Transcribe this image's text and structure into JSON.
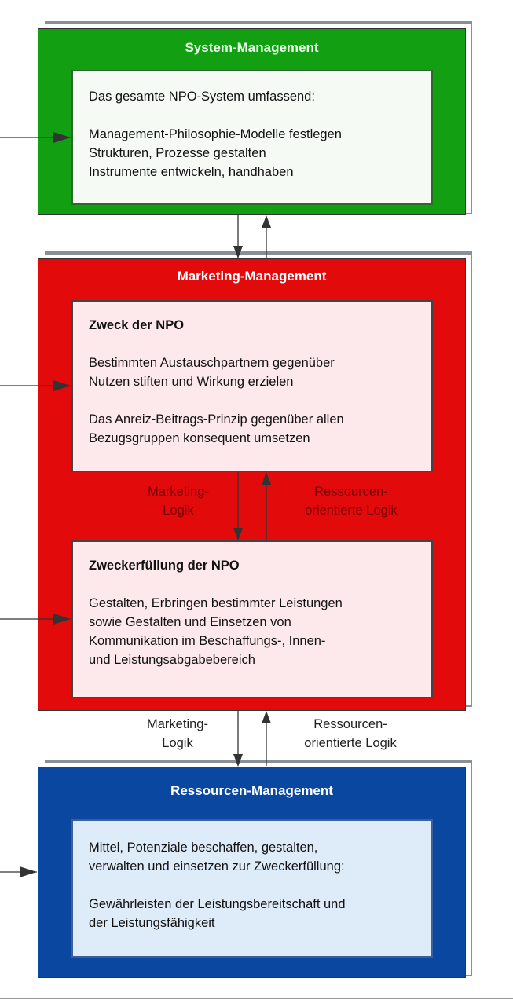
{
  "system": {
    "title": "System-Management",
    "intro": "Das gesamte NPO-System umfassend:",
    "lines": [
      "Management-Philosophie-Modelle festlegen",
      "Strukturen, Prozesse gestalten",
      "Instrumente entwickeln, handhaben"
    ]
  },
  "marketing": {
    "title": "Marketing-Management",
    "box1": {
      "heading": "Zweck der NPO",
      "p1": [
        "Bestimmten Austauschpartnern gegenüber",
        "Nutzen stiften und Wirkung erzielen"
      ],
      "p2": [
        "Das Anreiz-Beitrags-Prinzip gegenüber allen",
        "Bezugsgruppen konsequent umsetzen"
      ]
    },
    "box2": {
      "heading": "Zweckerfüllung der NPO",
      "lines": [
        "Gestalten, Erbringen bestimmter Leistungen",
        "sowie Gestalten und Einsetzen von",
        "Kommunikation im Beschaffungs-, Innen-",
        "und Leistungsabgabebereich"
      ]
    },
    "inner_labels": {
      "left": [
        "Marketing-",
        "Logik"
      ],
      "right": [
        "Ressourcen-",
        "orientierte Logik"
      ]
    }
  },
  "between_labels": {
    "left": [
      "Marketing-",
      "Logik"
    ],
    "right": [
      "Ressourcen-",
      "orientierte Logik"
    ]
  },
  "resources": {
    "title": "Ressourcen-Management",
    "p1": [
      "Mittel, Potenziale beschaffen, gestalten,",
      "verwalten und einsetzen zur Zweckerfüllung:"
    ],
    "p2": [
      "Gewährleisten der Leistungsbereitschaft und",
      "der Leistungsfähigkeit"
    ]
  },
  "colors": {
    "green": "#12a012",
    "red": "#e20a0a",
    "blue": "#0a47a0"
  }
}
